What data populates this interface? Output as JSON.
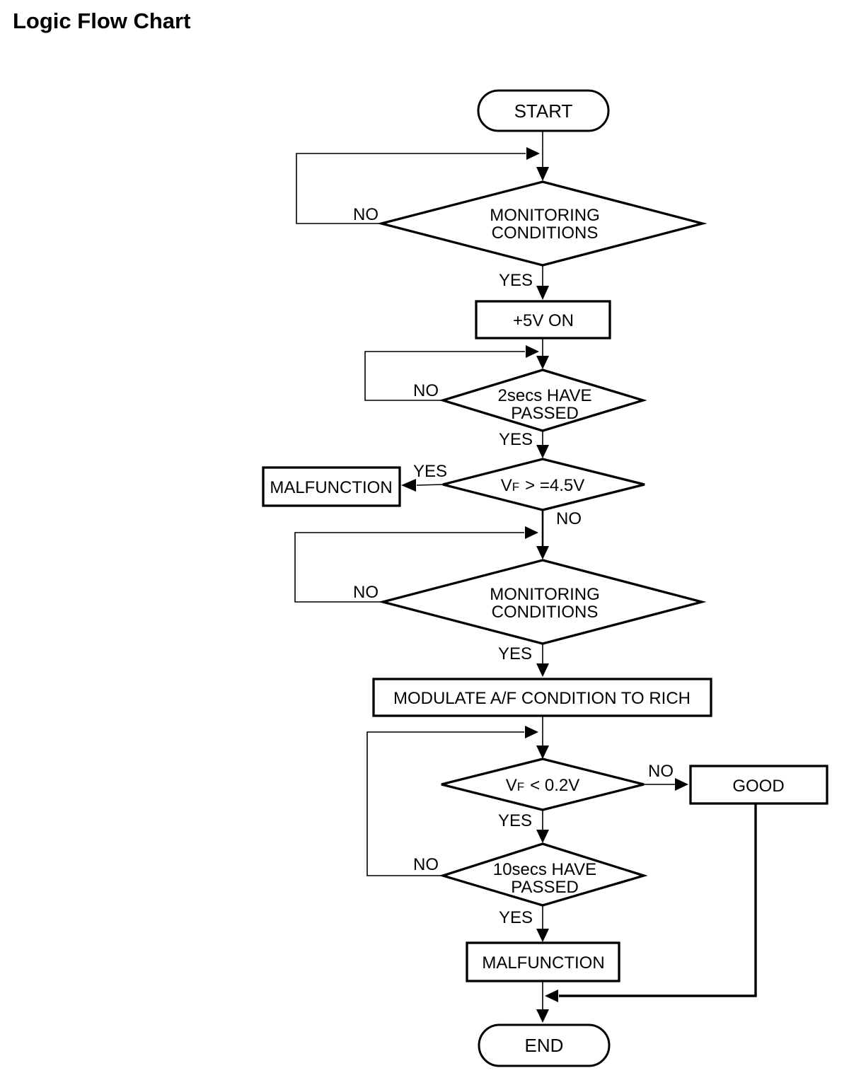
{
  "page": {
    "title": "Logic Flow Chart"
  },
  "flowchart": {
    "colors": {
      "ink": "#000000",
      "background": "#ffffff"
    },
    "nodes": {
      "start": {
        "type": "terminator",
        "label": "START"
      },
      "monitoring_check_1": {
        "type": "decision",
        "line1": "MONITORING",
        "line2": "CONDITIONS"
      },
      "power_on_5v": {
        "type": "process",
        "label": "+5V ON"
      },
      "wait_2secs": {
        "type": "decision",
        "line1": "2secs HAVE",
        "line2": "PASSED"
      },
      "vf_high_check": {
        "type": "decision",
        "base": "V",
        "sub": "F",
        "cond": "> =4.5V"
      },
      "malfunction_left": {
        "type": "process",
        "label": "MALFUNCTION"
      },
      "monitoring_check_2": {
        "type": "decision",
        "line1": "MONITORING",
        "line2": "CONDITIONS"
      },
      "modulate_af": {
        "type": "process",
        "label": "MODULATE A/F CONDITION TO RICH"
      },
      "vf_low_check": {
        "type": "decision",
        "base": "V",
        "sub": "F",
        "cond": "< 0.2V"
      },
      "good": {
        "type": "process",
        "label": "GOOD"
      },
      "wait_10secs": {
        "type": "decision",
        "line1": "10secs HAVE",
        "line2": "PASSED"
      },
      "malfunction_bottom": {
        "type": "process",
        "label": "MALFUNCTION"
      },
      "end": {
        "type": "terminator",
        "label": "END"
      }
    },
    "edge_labels": {
      "monitoring1_no": "NO",
      "monitoring1_yes": "YES",
      "wait2_no": "NO",
      "wait2_yes": "YES",
      "vfhigh_yes": "YES",
      "vfhigh_no": "NO",
      "monitoring2_no": "NO",
      "monitoring2_yes": "YES",
      "vflow_no": "NO",
      "vflow_yes": "YES",
      "wait10_no": "NO",
      "wait10_yes": "YES"
    }
  }
}
